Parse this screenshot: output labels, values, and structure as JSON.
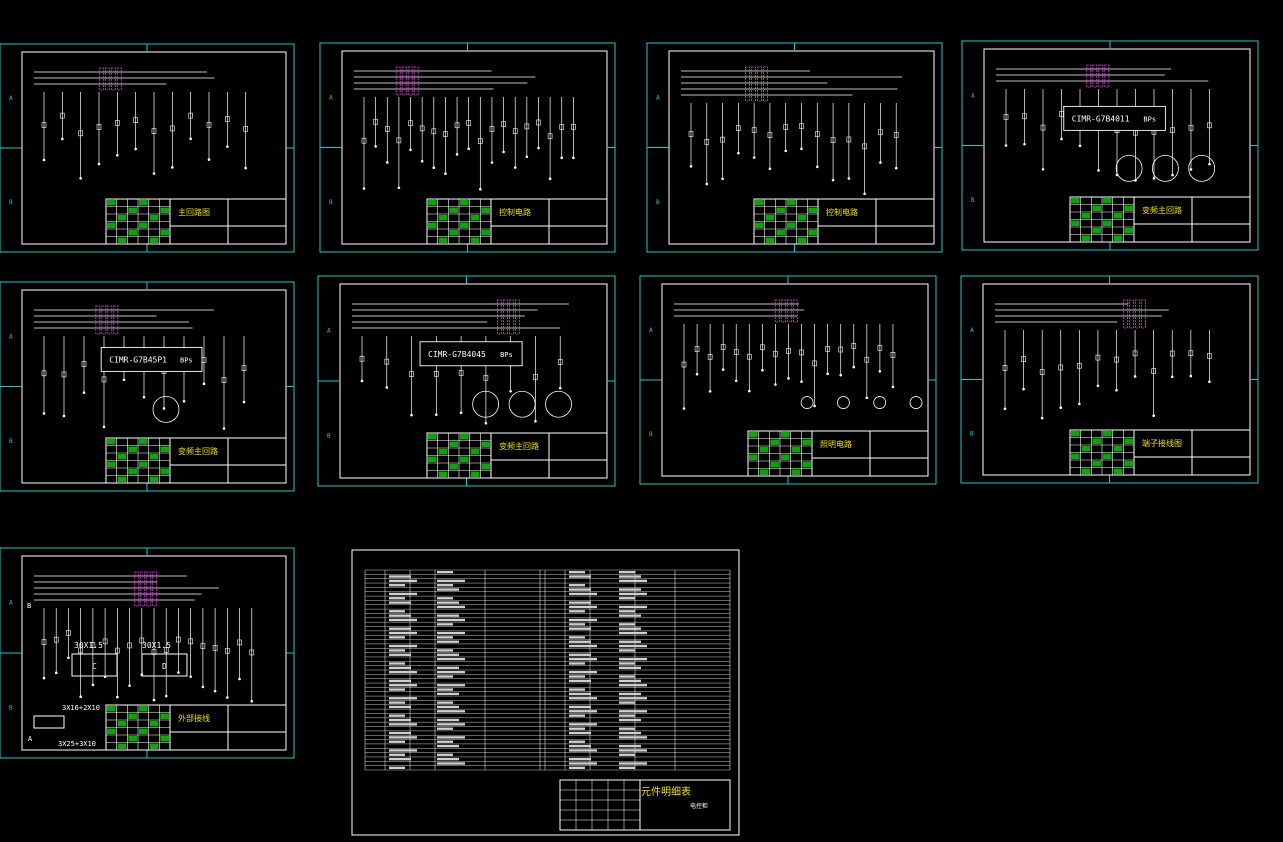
{
  "colors": {
    "background": "#000000",
    "frame": "#20c8c8",
    "line": "#ffffff",
    "accent": "#e040e0",
    "title_text": "#f0e000",
    "cell_fill": "#10a010",
    "warn": "#ff3030"
  },
  "sheets": [
    {
      "id": "sheet-1",
      "title": "主回路图",
      "label_a": "A",
      "label_b": "B"
    },
    {
      "id": "sheet-2",
      "title": "控制电路",
      "label_a": "A",
      "label_b": "B"
    },
    {
      "id": "sheet-3",
      "title": "控制电路",
      "label_a": "A",
      "label_b": "B"
    },
    {
      "id": "sheet-4",
      "title": "变频主回路",
      "vfd": "CIMR-G7B4011",
      "vfd_tag": "BPs",
      "label_a": "A",
      "label_b": "B"
    },
    {
      "id": "sheet-5",
      "title": "变频主回路",
      "vfd": "CIMR-G7B45P1",
      "vfd_tag": "BPs",
      "label_a": "A",
      "label_b": "B"
    },
    {
      "id": "sheet-6",
      "title": "变频主回路",
      "vfd": "CIMR-G7B4045",
      "vfd_tag": "BPs",
      "label_a": "A",
      "label_b": "B"
    },
    {
      "id": "sheet-7",
      "title": "照明电路",
      "label_a": "A",
      "label_b": "B"
    },
    {
      "id": "sheet-8",
      "title": "端子接线图",
      "label_a": "A",
      "label_b": "B"
    },
    {
      "id": "sheet-9",
      "title": "外部接线",
      "cable1": "30X1.5",
      "cable2": "30X1.5",
      "box_c": "C",
      "box_d": "D",
      "cable3": "3X16+2X10",
      "cable4": "3X25+3X10",
      "mark_b": "B",
      "mark_a": "A",
      "label_a": "A",
      "label_b": "B"
    }
  ],
  "parts_table": {
    "title": "元件明细表",
    "footer_note": "电控柜"
  }
}
